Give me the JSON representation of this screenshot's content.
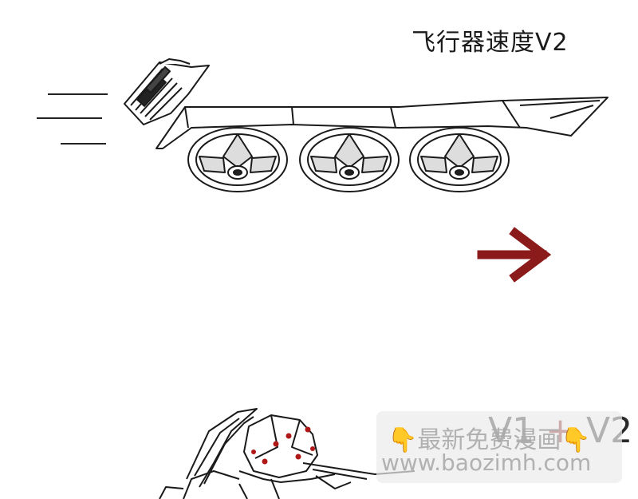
{
  "panel": {
    "title": "飞行器速度V2"
  },
  "bottom": {
    "v1": "V1",
    "plus": "+",
    "v2": "V2"
  },
  "watermark": {
    "icon": "pointing-down-hand",
    "hand_glyph": "👇",
    "line1": "最新免费漫画",
    "line2": "www.baozimh.com"
  },
  "colors": {
    "arrow": "#8b1a1a",
    "ink": "#1a1a1a",
    "eye_red": "#b01818"
  }
}
